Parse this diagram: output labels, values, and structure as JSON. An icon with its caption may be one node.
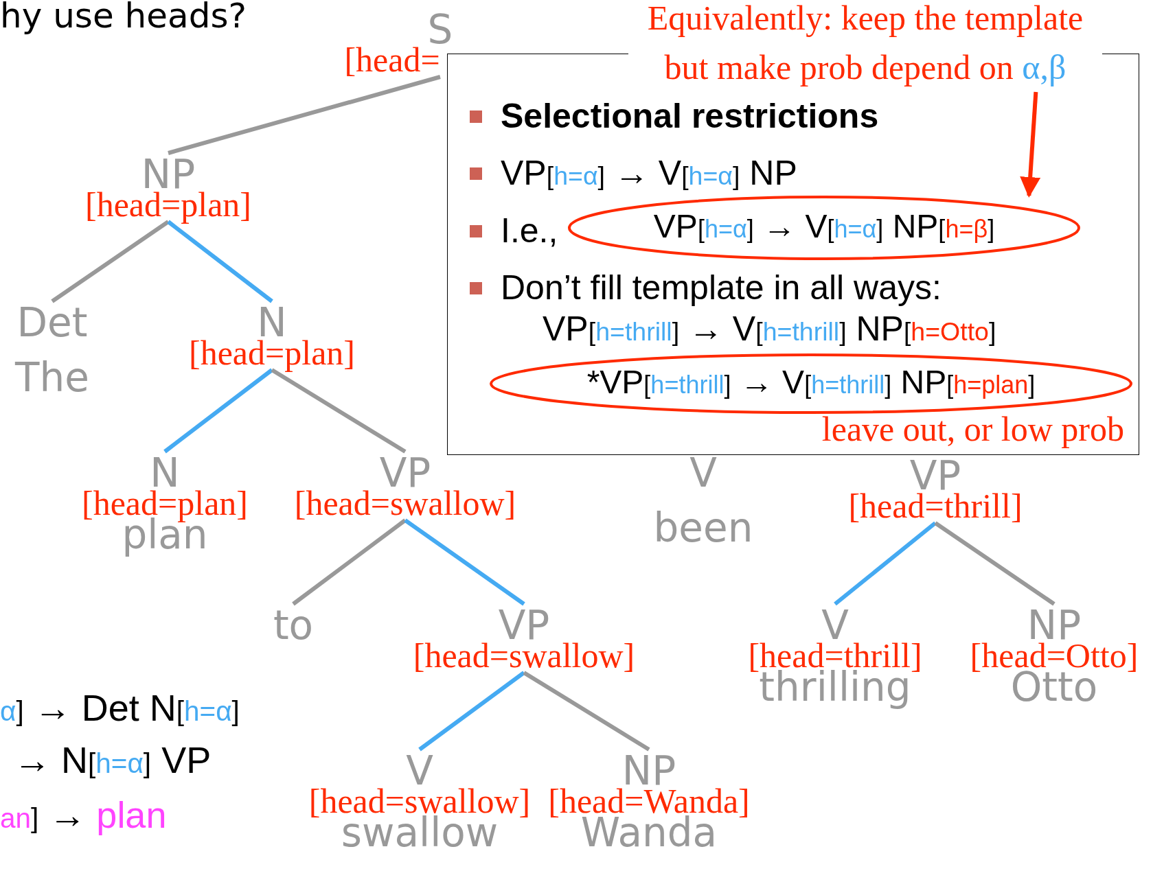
{
  "diagram": {
    "title": "hy use heads?",
    "nodes": [
      {
        "text": [
          "S",
          "[head="
        ]
      },
      {
        "text": [
          "NP",
          "[head=plan]"
        ]
      },
      {
        "text": [
          "Det",
          "The"
        ]
      },
      {
        "text": [
          "N",
          "[head=plan]"
        ]
      },
      {
        "text": [
          "N",
          "[head=plan]",
          "plan"
        ]
      },
      {
        "text": [
          "VP",
          "[head=swallow]"
        ]
      },
      {
        "text": [
          "to"
        ]
      },
      {
        "text": [
          "VP",
          "[head=swallow]"
        ]
      },
      {
        "text": [
          "V",
          "[head=swallow]",
          "swallow"
        ]
      },
      {
        "text": [
          "NP",
          "[head=Wanda]",
          "Wanda"
        ]
      },
      {
        "text": [
          "V",
          "been"
        ]
      },
      {
        "text": [
          "VP",
          "[head=thrill]"
        ]
      },
      {
        "text": [
          "V",
          "[head=thrill]",
          "thrilling"
        ]
      },
      {
        "text": [
          "NP",
          "[head=Otto]",
          "Otto"
        ]
      },
      {
        "text": [
          "Selectional restrictions",
          "VP[h=α] → V[h=α] NP",
          "I.e.,",
          "Don’t fill template in all ways:",
          "VP[h=thrill] → V[h=thrill] NP[h=Otto]",
          "leave out, or low prob"
        ]
      },
      {
        "text": [
          "VP[h=α] → V[h=α] NP[h=β]"
        ],
        "in": 14
      },
      {
        "text": [
          "*VP[h=thrill] → V[h=thrill] NP[h=plan]"
        ],
        "in": 14
      },
      {
        "text": [
          "Equivalently: keep the template but make prob depend on α,β"
        ]
      }
    ],
    "edges": [
      {
        "from": 0,
        "to": 1,
        "arrow": "none"
      },
      {
        "from": 1,
        "to": 2,
        "arrow": "none"
      },
      {
        "from": 1,
        "to": 3,
        "arrow": "none",
        "color": "#45aaf2"
      },
      {
        "from": 3,
        "to": 4,
        "arrow": "none",
        "color": "#45aaf2"
      },
      {
        "from": 3,
        "to": 5,
        "arrow": "none"
      },
      {
        "from": 5,
        "to": 6,
        "arrow": "none"
      },
      {
        "from": 5,
        "to": 7,
        "arrow": "none",
        "color": "#45aaf2"
      },
      {
        "from": 7,
        "to": 8,
        "arrow": "none",
        "color": "#45aaf2"
      },
      {
        "from": 7,
        "to": 9,
        "arrow": "none"
      },
      {
        "from": 11,
        "to": 12,
        "arrow": "none",
        "color": "#45aaf2"
      },
      {
        "from": 11,
        "to": 13,
        "arrow": "none"
      },
      {
        "from": 17,
        "to": 15,
        "arrow": "to",
        "color": "#ff2a00"
      }
    ],
    "labels": [
      "α] → Det N[h=α]",
      "→ N[h=α] VP",
      "an] → plan"
    ]
  }
}
